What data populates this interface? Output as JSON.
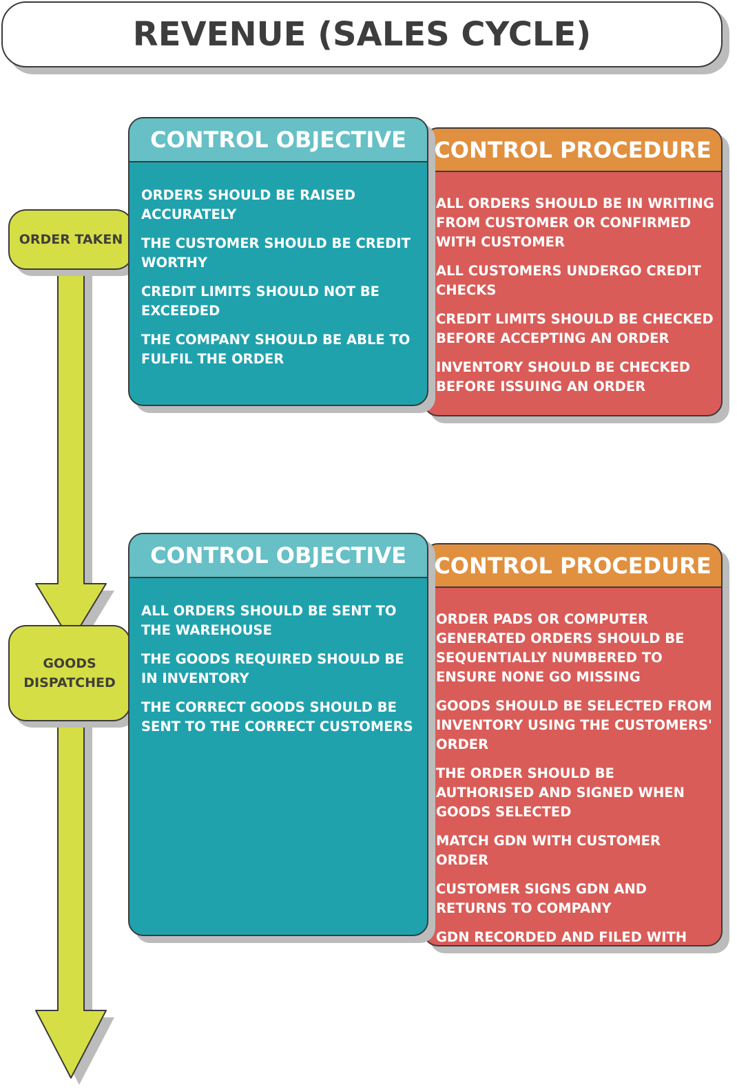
{
  "title": "REVENUE (SALES CYCLE)",
  "flow": {
    "stage_1": "ORDER TAKEN",
    "stage_2": "GOODS DISPATCHED"
  },
  "section_1": {
    "objective": {
      "heading": "CONTROL OBJECTIVE",
      "items": [
        "ORDERS SHOULD BE RAISED ACCURATELY",
        "THE CUSTOMER SHOULD BE CREDIT WORTHY",
        "CREDIT LIMITS SHOULD NOT BE EXCEEDED",
        "THE COMPANY SHOULD BE ABLE TO FULFIL THE ORDER"
      ]
    },
    "procedure": {
      "heading": "CONTROL PROCEDURE",
      "items": [
        "ALL ORDERS SHOULD BE IN WRITING FROM CUSTOMER OR CONFIRMED WITH CUSTOMER",
        "ALL CUSTOMERS UNDERGO CREDIT CHECKS",
        "CREDIT LIMITS SHOULD BE CHECKED BEFORE ACCEPTING AN ORDER",
        "INVENTORY SHOULD BE CHECKED BEFORE ISSUING AN ORDER"
      ]
    }
  },
  "section_2": {
    "objective": {
      "heading": "CONTROL OBJECTIVE",
      "items": [
        "ALL ORDERS SHOULD BE SENT TO THE WAREHOUSE",
        "THE GOODS REQUIRED SHOULD BE IN INVENTORY",
        "THE CORRECT GOODS SHOULD BE SENT TO THE CORRECT CUSTOMERS"
      ]
    },
    "procedure": {
      "heading": "CONTROL PROCEDURE",
      "items": [
        "ORDER PADS OR COMPUTER GENERATED ORDERS SHOULD BE SEQUENTIALLY NUMBERED TO ENSURE NONE GO MISSING",
        "GOODS SHOULD BE SELECTED FROM INVENTORY USING THE CUSTOMERS' ORDER",
        "THE ORDER SHOULD BE AUTHORISED AND SIGNED WHEN GOODS SELECTED",
        "MATCH GDN WITH CUSTOMER ORDER",
        "CUSTOMER SIGNS GDN AND RETURNS TO COMPANY",
        "GDN RECORDED AND FILED WITH SEQUENTIAL NUMBERS"
      ]
    }
  },
  "colors": {
    "objective_body": "#20a2ad",
    "objective_header": "#66c0c6",
    "procedure_body": "#d95c58",
    "procedure_header": "#e1903f",
    "flow_yellow": "#d6de45",
    "shadow": "#bcbcbc",
    "outline": "#3a3a3a"
  }
}
